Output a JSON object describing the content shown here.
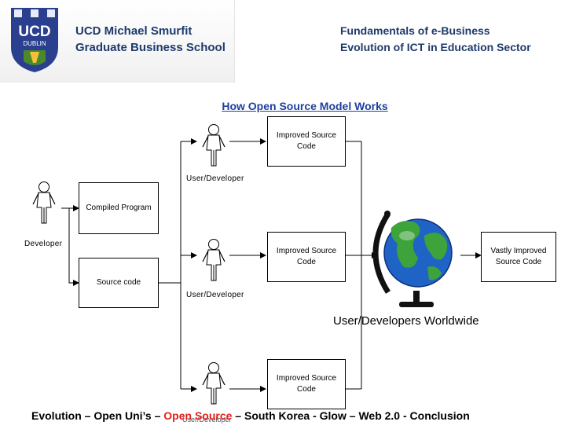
{
  "header": {
    "logo": {
      "top": "UCD",
      "bottom": "DUBLIN"
    },
    "school_line1": "UCD Michael Smurfit",
    "school_line2": "Graduate Business School",
    "course_line1": "Fundamentals of e-Business",
    "course_line2": "Evolution of ICT in Education Sector"
  },
  "slide": {
    "title": "How Open Source Model Works"
  },
  "diagram": {
    "developer_label": "Developer",
    "compiled_program": "Compiled Program",
    "source_code": "Source code",
    "user_developer_label": "User/Developer",
    "improved_line1": "Improved Source",
    "improved_line2": "Code",
    "worldwide_label": "User/Developers Worldwide",
    "vastly_line1": "Vastly Improved",
    "vastly_line2": "Source Code",
    "icons": [
      "person-icon",
      "globe-icon"
    ]
  },
  "footer": {
    "before": "Evolution – Open Uni’s – ",
    "highlight": "Open Source",
    "after": " – South Korea - Glow – Web 2.0 - Conclusion",
    "sub_label": "User/Developer",
    "highlight_color": "#e0211c"
  }
}
